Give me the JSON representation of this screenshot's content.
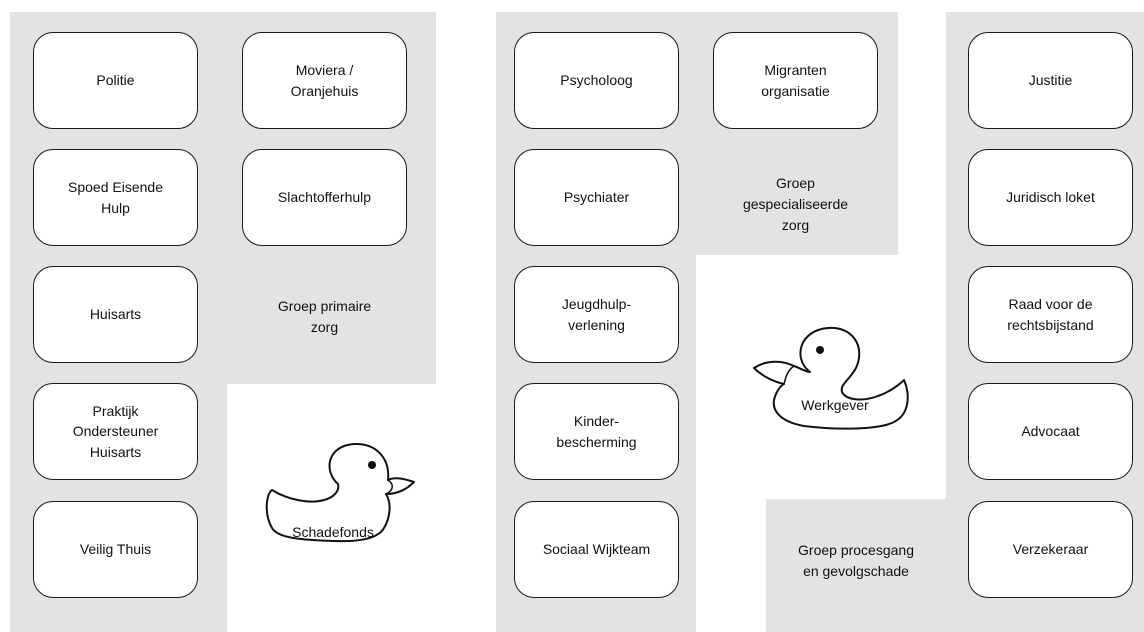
{
  "groups": {
    "primary_care": {
      "title": "Groep primaire\nzorg",
      "items": [
        "Politie",
        "Moviera /\nOranjehuis",
        "Spoed Eisende\nHulp",
        "Slachtofferhulp",
        "Huisarts",
        "Praktijk\nOndersteuner\nHuisarts",
        "Veilig Thuis"
      ]
    },
    "specialised_care": {
      "title": "Groep\ngespecialiseerde\nzorg",
      "items": [
        "Psycholoog",
        "Migranten\norganisatie",
        "Psychiater",
        "Jeugdhulp-\nverlening",
        "Kinder-\nbescherming",
        "Sociaal Wijkteam"
      ]
    },
    "legal_process": {
      "title": "Groep procesgang\nen gevolgschade",
      "items": [
        "Justitie",
        "Juridisch loket",
        "Raad voor de\nrechtsbijstand",
        "Advocaat",
        "Verzekeraar"
      ]
    }
  },
  "ducks": {
    "schadefonds": "Schadefonds",
    "werkgever": "Werkgever"
  },
  "colors": {
    "group_background": "#e3e3e3",
    "box_border": "#1a1a1a",
    "box_fill": "#ffffff"
  }
}
